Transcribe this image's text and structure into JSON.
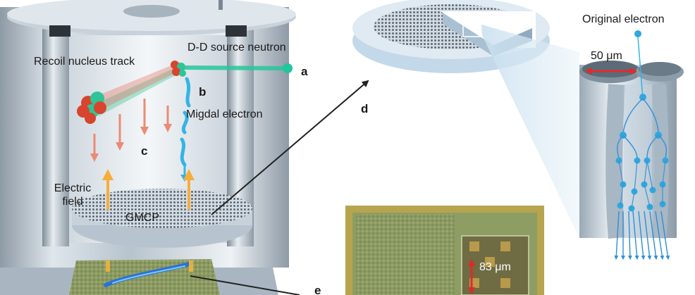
{
  "labels": {
    "recoil_nucleus_track": "Recoil nucleus track",
    "dd_source_neutron": "D-D source neutron",
    "migdal_electron": "Migdal electron",
    "electric_field": "Electric field",
    "gmcp": "GMCP",
    "original_electron": "Original electron",
    "pore_diameter": "50 μm",
    "chip_dimension": "83 μm"
  },
  "panels": {
    "a": "a",
    "b": "b",
    "c": "c",
    "d": "d",
    "e": "e"
  },
  "colors": {
    "neutron": "#1fc79a",
    "nucleus_red": "#d8442e",
    "nucleus_green": "#2fc596",
    "electron": "#34b4e6",
    "recoil_arrow": "#ec8a74",
    "field_arrow": "#f7ad3a",
    "red_dimension": "#e02a2a",
    "metal": "#b9c5cf",
    "chip": "#8a9a5e"
  }
}
